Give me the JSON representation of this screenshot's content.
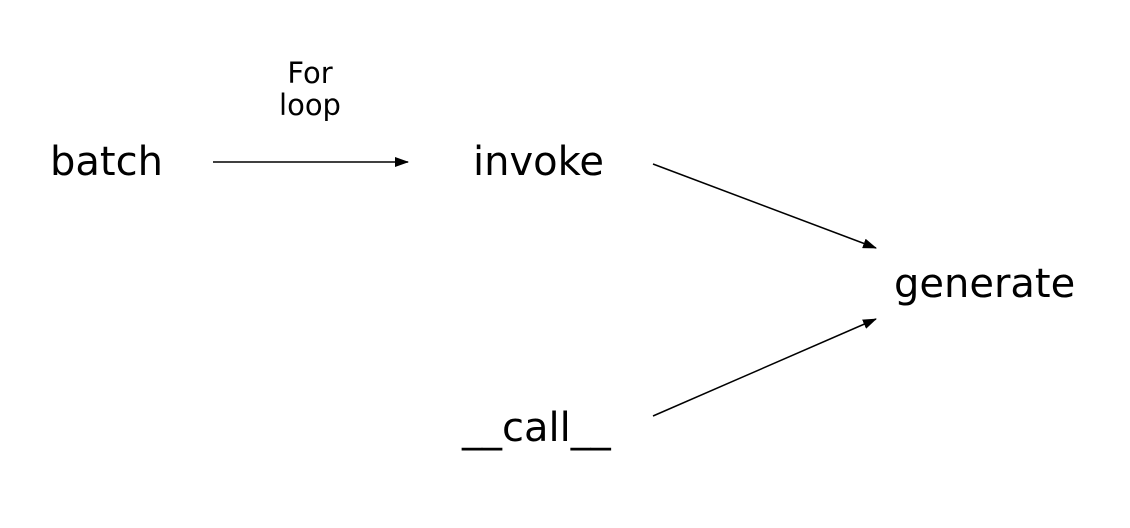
{
  "diagram": {
    "nodes": {
      "batch": "batch",
      "invoke": "invoke",
      "call": "__call__",
      "generate": "generate"
    },
    "edges": [
      {
        "from": "batch",
        "to": "invoke",
        "label_line1": "For",
        "label_line2": "loop"
      },
      {
        "from": "invoke",
        "to": "generate"
      },
      {
        "from": "call",
        "to": "generate"
      }
    ],
    "colors": {
      "background": "#ffffff",
      "line": "#000000",
      "text": "#000000"
    }
  }
}
